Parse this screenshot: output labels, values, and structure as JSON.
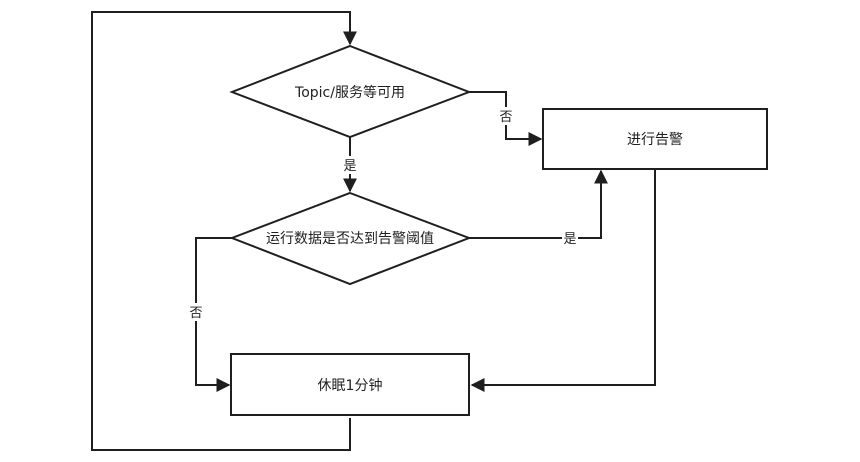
{
  "nodes": {
    "check_service": "Topic/服务等可用",
    "check_threshold": "运行数据是否达到告警阈值",
    "alert": "进行告警",
    "sleep": "休眠1分钟"
  },
  "edges": {
    "service_no": "否",
    "service_yes": "是",
    "threshold_yes": "是",
    "threshold_no": "否"
  },
  "colors": {
    "stroke": "#1f1f1f",
    "background": "#ffffff"
  }
}
